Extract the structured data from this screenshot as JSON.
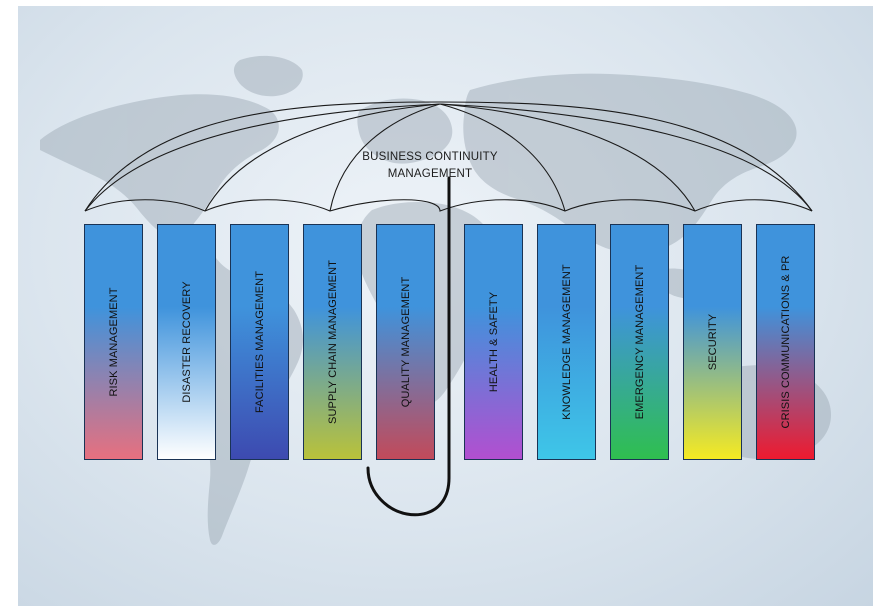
{
  "diagram": {
    "title_lines": [
      "BUSINESS CONTINUITY",
      "MANAGEMENT"
    ],
    "pillars": [
      {
        "label": "RISK MANAGEMENT",
        "bottom_color": "#e7707f"
      },
      {
        "label": "DISASTER RECOVERY",
        "bottom_color": "#ffffff"
      },
      {
        "label": "FACILITIES MANAGEMENT",
        "bottom_color": "#3d4ab0"
      },
      {
        "label": "SUPPLY CHAIN MANAGEMENT",
        "bottom_color": "#b9c23a"
      },
      {
        "label": "QUALITY MANAGEMENT",
        "bottom_color": "#c24a5a"
      },
      {
        "label": "HEALTH & SAFETY",
        "bottom_color": "#b24fd0"
      },
      {
        "label": "KNOWLEDGE MANAGEMENT",
        "bottom_color": "#3ec6e8"
      },
      {
        "label": "EMERGENCY MANAGEMENT",
        "bottom_color": "#2fbf4f"
      },
      {
        "label": "SECURITY",
        "bottom_color": "#f5ea22"
      },
      {
        "label": "CRISIS COMMUNICATIONS & PR",
        "bottom_color": "#ee1a2f"
      }
    ],
    "pillar_top_color": "#3f93dc"
  }
}
